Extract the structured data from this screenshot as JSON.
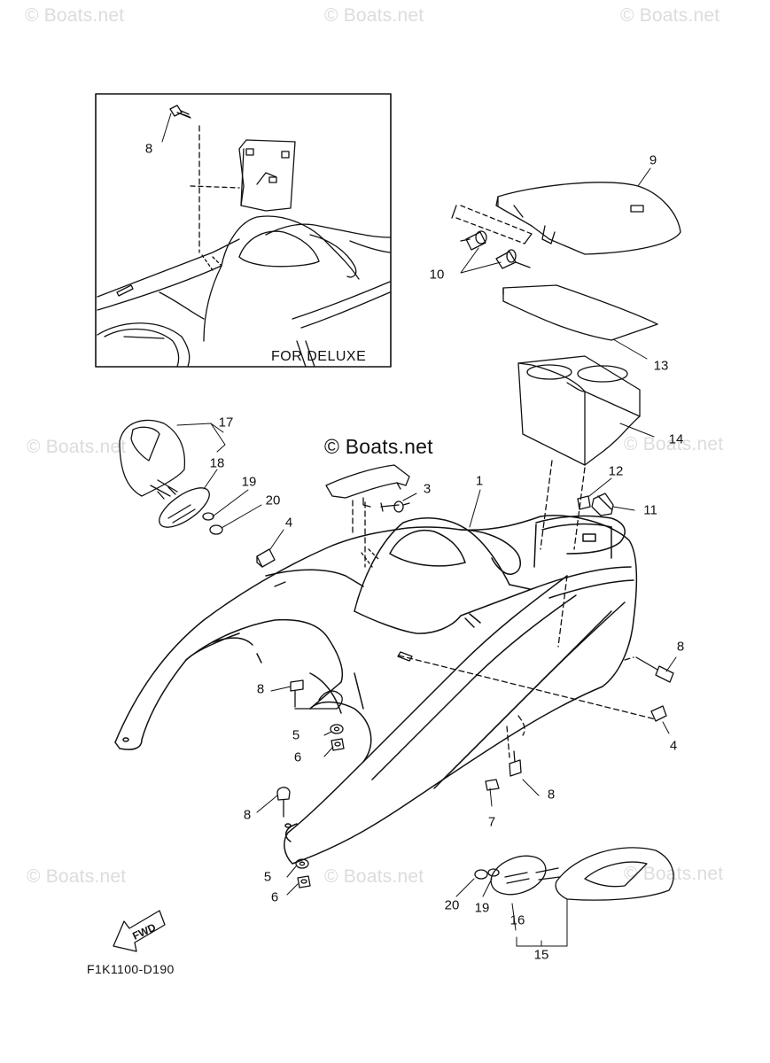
{
  "watermarks": {
    "brand": "© Boats.net",
    "emphasis": "© Boats.net"
  },
  "inset": {
    "caption": "FOR DELUXE"
  },
  "diagram_code": "F1K1100-D190",
  "fwd_label": "FWD",
  "callouts": {
    "c1": "1",
    "c3": "3",
    "c4a": "4",
    "c4b": "4",
    "c5a": "5",
    "c5b": "5",
    "c6a": "6",
    "c6b": "6",
    "c7": "7",
    "c8_inset": "8",
    "c8a": "8",
    "c8b": "8",
    "c8c": "8",
    "c8d": "8",
    "c9": "9",
    "c10": "10",
    "c11": "11",
    "c12": "12",
    "c13": "13",
    "c14": "14",
    "c15": "15",
    "c16": "16",
    "c17": "17",
    "c18": "18",
    "c19a": "19",
    "c19b": "19",
    "c20a": "20",
    "c20b": "20"
  }
}
